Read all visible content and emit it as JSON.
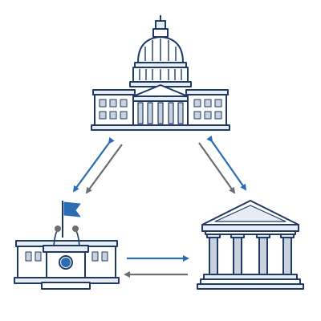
{
  "diagram": {
    "nodes": [
      {
        "id": "capitol",
        "icon": "capitol-building-icon",
        "represents": "legislative"
      },
      {
        "id": "white-house",
        "icon": "executive-building-icon",
        "represents": "executive"
      },
      {
        "id": "courthouse",
        "icon": "courthouse-columns-icon",
        "represents": "judicial"
      }
    ],
    "edges": [
      {
        "from": "capitol",
        "to": "white-house",
        "color": "#2a6db5"
      },
      {
        "from": "white-house",
        "to": "capitol",
        "color": "#6b6f75"
      },
      {
        "from": "capitol",
        "to": "courthouse",
        "color": "#6b6f75"
      },
      {
        "from": "courthouse",
        "to": "capitol",
        "color": "#2a6db5"
      },
      {
        "from": "white-house",
        "to": "courthouse",
        "color": "#2a6db5"
      },
      {
        "from": "courthouse",
        "to": "white-house",
        "color": "#6b6f75"
      }
    ]
  },
  "colors": {
    "outline": "#1f3b63",
    "accent_blue": "#2a6db5",
    "arrow_gray": "#6b6f75",
    "fill_light": "#e8edf3",
    "window_fill": "#c9d3df"
  }
}
